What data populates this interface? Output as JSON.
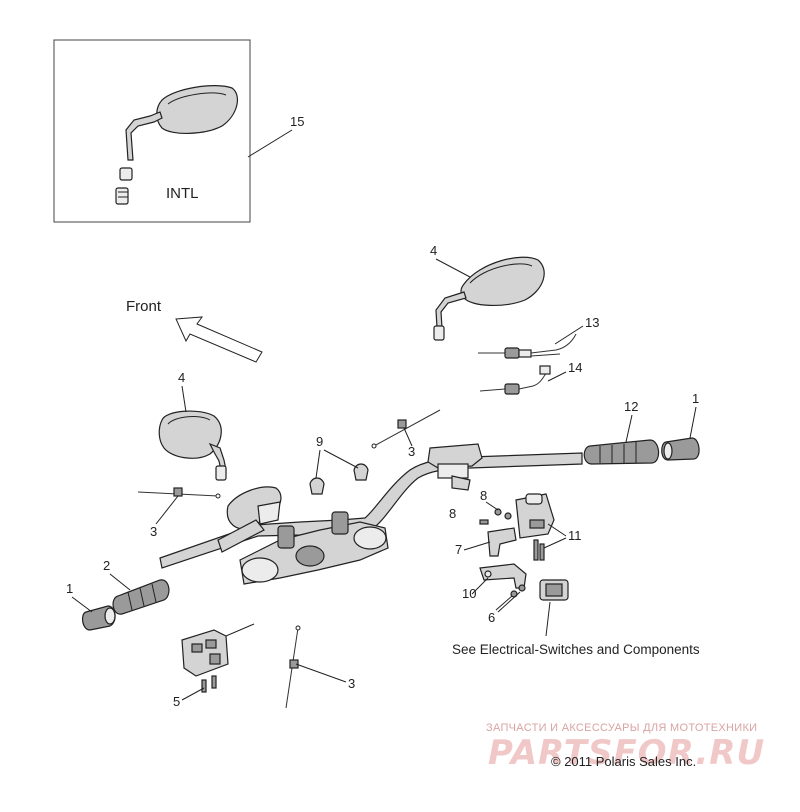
{
  "inset": {
    "variant_label": "INTL",
    "callout": "15"
  },
  "direction": {
    "label": "Front"
  },
  "callouts": {
    "mirror_right": "4",
    "cable_13": "13",
    "cable_14": "14",
    "grip_right": "12",
    "bar_end_right": "1",
    "mirror_left": "4",
    "clip_9": "9",
    "tie_top": "3",
    "screw_8a": "8",
    "screw_8b": "8",
    "switch_right": "11",
    "bracket_7": "7",
    "tie_left": "3",
    "grip_left": "2",
    "bar_end_left": "1",
    "bracket_10": "10",
    "nut_6": "6",
    "switch_left_screw": "5",
    "tie_bottom": "3"
  },
  "reference_note": "See Electrical-Switches and Components",
  "watermark": {
    "top": "ЗАПЧАСТИ И АКСЕССУАРЫ ДЛЯ МОТОТЕХНИКИ",
    "brand": "PARTSFOR.RU"
  },
  "copyright": "© 2011 Polaris Sales Inc."
}
